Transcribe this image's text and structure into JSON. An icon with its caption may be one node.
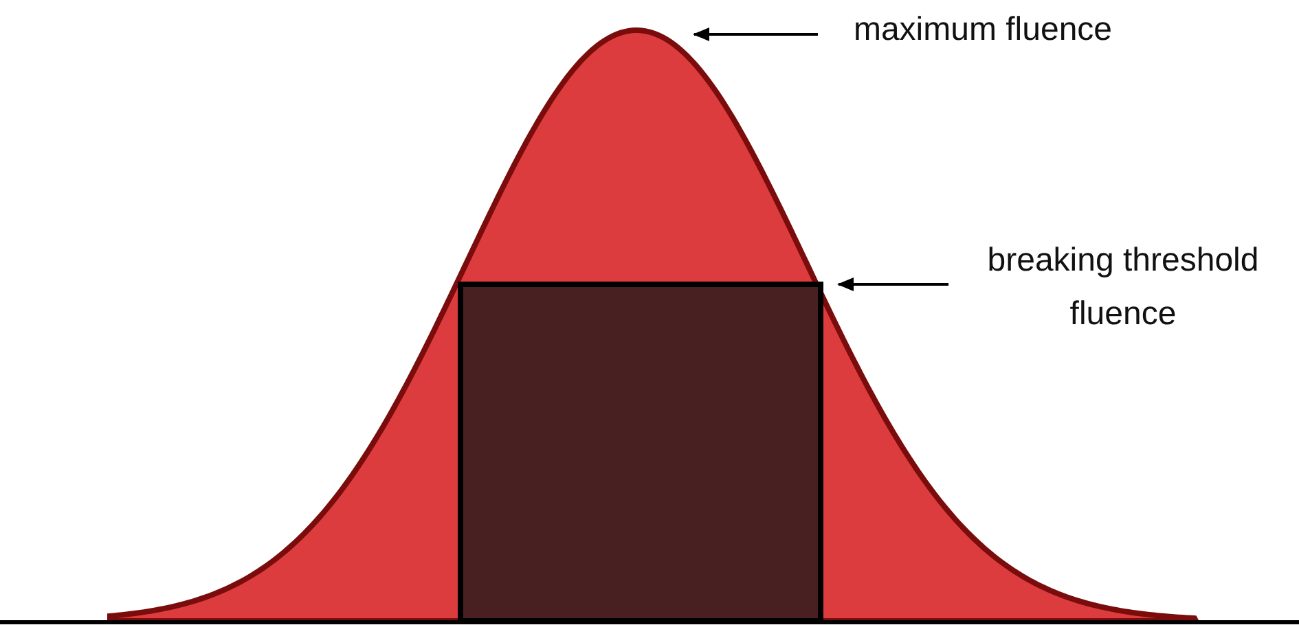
{
  "diagram": {
    "nodes": [
      {
        "text": [
          "maximum fluence"
        ]
      },
      {
        "text": [
          "breaking threshold fluence"
        ]
      }
    ],
    "edges": [
      {
        "from": 0,
        "to": null,
        "arrow": "to"
      },
      {
        "from": 1,
        "to": null,
        "arrow": "to"
      }
    ]
  }
}
